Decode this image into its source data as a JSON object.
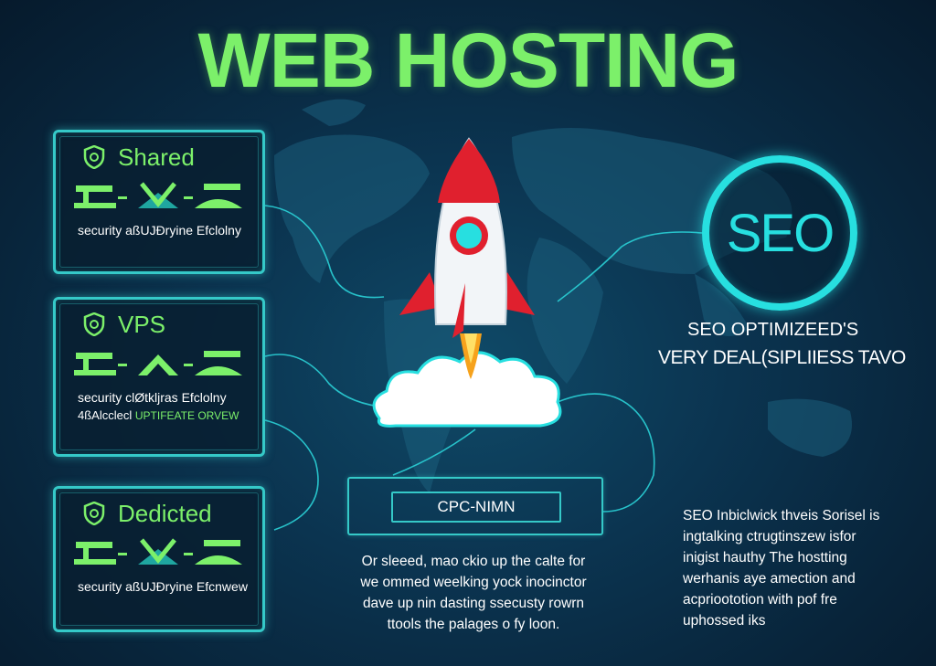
{
  "header": {
    "title": "WEB HOSTING"
  },
  "plans": [
    {
      "name": "Shared",
      "lines": [
        "security aßUJÐryine Efclolny"
      ]
    },
    {
      "name": "VPS",
      "lines": [
        "security clØtkljras Efclolny"
      ],
      "line2_prefix": "4ßAlcclecl",
      "line2_accent": "UPTIFEATE ORVEW"
    },
    {
      "name": "Dedicted",
      "lines": [
        "security aßUJÐryine Efcnwew"
      ]
    }
  ],
  "seo": {
    "badge": "SEO",
    "heading1": "SEO OPTIMIZEED'S",
    "heading2": "VERY DEAL(SIPLIIESS TAVO"
  },
  "cpc": {
    "label": "CPC-NIMN"
  },
  "center_paragraph": [
    "Or sleeed, mao ckio up the calte for",
    "we ommed weelking yock inocinctor",
    "dave up nin dasting ssecusty rowrn",
    "ttools the palages o fy loon."
  ],
  "right_paragraph": [
    "SEO Inbiclwick thveis Sorisel is",
    "ingtalking ctrugtinszew isfor",
    "inigist hauthy The hostting",
    "werhanis aye amection and",
    "acprioototion with pof fre",
    "uphossed iks"
  ],
  "colors": {
    "accent_green": "#7cf06a",
    "accent_cyan": "#27dfe0",
    "rocket_red": "#e0202e"
  },
  "icons": [
    "shield-icon",
    "server-icon",
    "mountain-icon",
    "rocket-icon",
    "cloud-icon",
    "world-map"
  ]
}
